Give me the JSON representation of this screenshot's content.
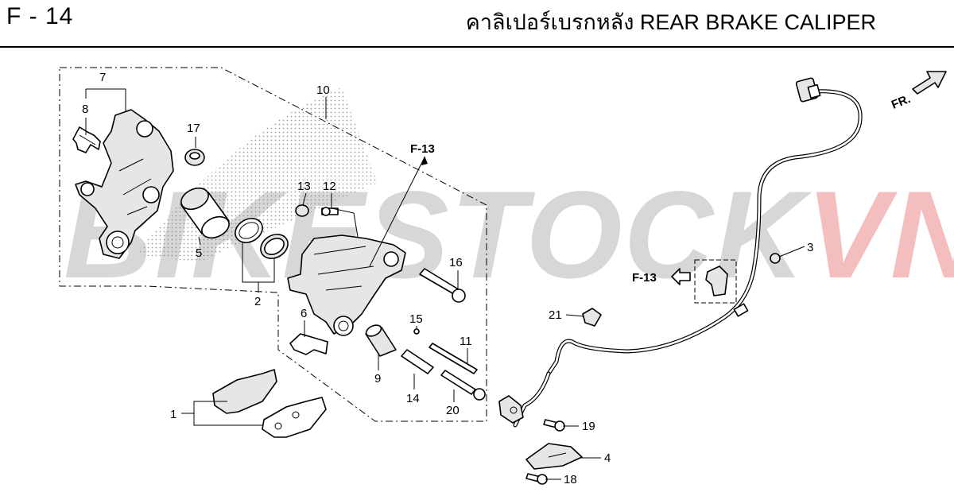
{
  "header": {
    "code": "F - 14",
    "title": "คาลิเปอร์เบรกหลัง  REAR BRAKE CALIPER"
  },
  "watermark": {
    "main": "BIKESTOCK",
    "accent": "VN"
  },
  "refs": {
    "f13_top": "F-13",
    "f13_left": "F-13",
    "front": "FR."
  },
  "callouts": {
    "c1": "1",
    "c2": "2",
    "c3": "3",
    "c4": "4",
    "c5": "5",
    "c6": "6",
    "c7": "7",
    "c8": "8",
    "c9": "9",
    "c10": "10",
    "c11": "11",
    "c12": "12",
    "c13": "13",
    "c14": "14",
    "c15": "15",
    "c16": "16",
    "c17": "17",
    "c18": "18",
    "c19": "19",
    "c20": "20",
    "c21": "21"
  }
}
